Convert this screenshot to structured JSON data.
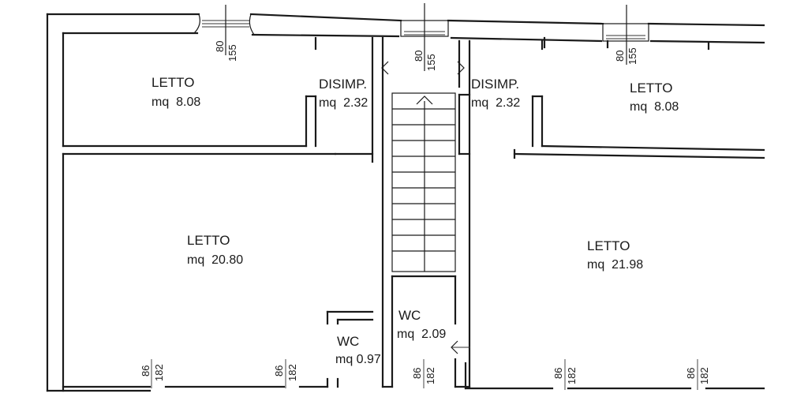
{
  "rooms": [
    {
      "name": "LETTO",
      "area_label": "mq  8.08"
    },
    {
      "name": "DISIMP.",
      "area_label": "mq  2.32"
    },
    {
      "name": "DISIMP.",
      "area_label": "mq  2.32"
    },
    {
      "name": "LETTO",
      "area_label": "mq  8.08"
    },
    {
      "name": "LETTO",
      "area_label": "mq  20.80"
    },
    {
      "name": "LETTO",
      "area_label": "mq  21.98"
    },
    {
      "name": "WC",
      "area_label": "mq 0.97"
    },
    {
      "name": "WC",
      "area_label": "mq  2.09"
    }
  ],
  "window_dimensions": [
    {
      "width": "80",
      "height": "155"
    },
    {
      "width": "80",
      "height": "155"
    },
    {
      "width": "80",
      "height": "155"
    }
  ],
  "door_dimensions": [
    {
      "width": "86",
      "height": "182"
    },
    {
      "width": "86",
      "height": "182"
    },
    {
      "width": "86",
      "height": "182"
    },
    {
      "width": "86",
      "height": "182"
    },
    {
      "width": "86",
      "height": "182"
    }
  ]
}
